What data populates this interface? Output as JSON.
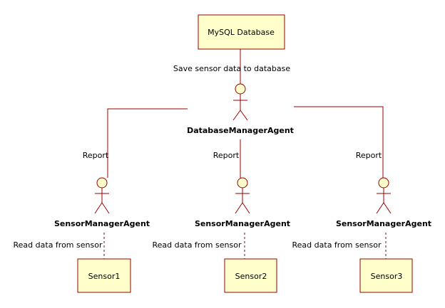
{
  "diagram": {
    "database": {
      "label": "MySQL Database"
    },
    "database_agent": {
      "name": "DatabaseManagerAgent"
    },
    "edges": {
      "save_label": "Save sensor data to database",
      "report_labels": [
        "Report",
        "Report",
        "Report"
      ],
      "read_labels": [
        "Read data from sensor",
        "Read data from sensor",
        "Read data from sensor"
      ]
    },
    "sensor_agents": [
      {
        "name": "SensorManagerAgent"
      },
      {
        "name": "SensorManagerAgent"
      },
      {
        "name": "SensorManagerAgent"
      }
    ],
    "sensors": [
      {
        "label": "Sensor1"
      },
      {
        "label": "Sensor2"
      },
      {
        "label": "Sensor3"
      }
    ],
    "colors": {
      "line": "#990000",
      "fill": "#ffffcc"
    }
  }
}
